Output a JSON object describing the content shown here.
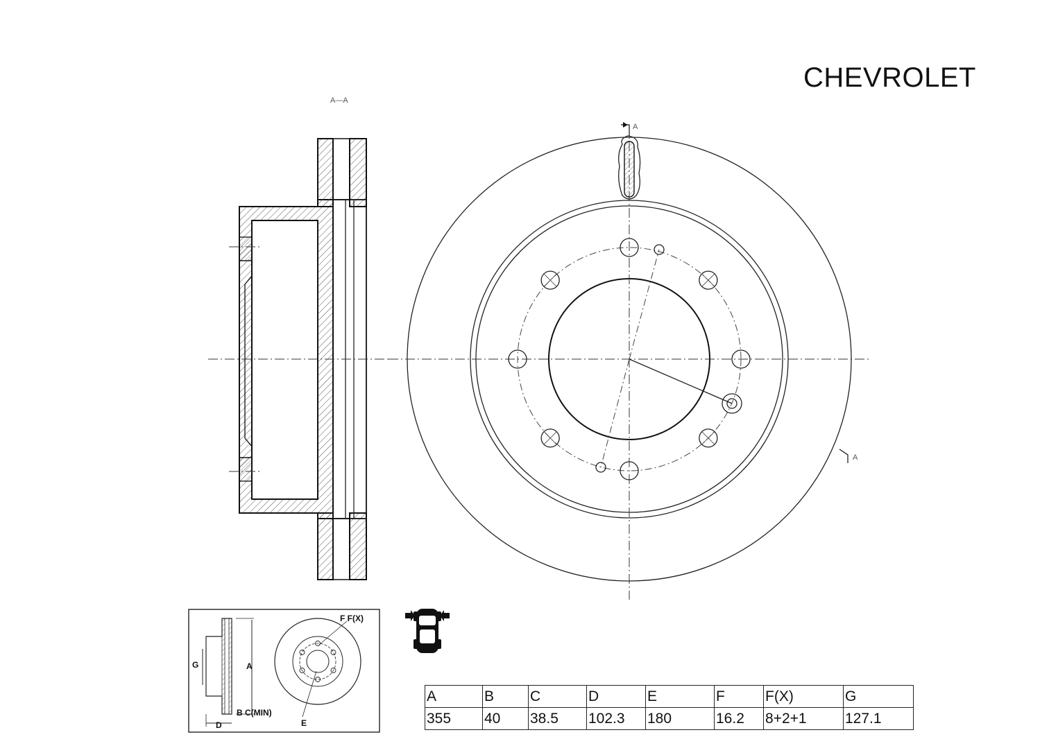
{
  "brand": "CHEVROLET",
  "section_view_label": "A—A",
  "cut_marker_top": "A",
  "cut_marker_right": "A",
  "mini_labels": {
    "f": "F F(X)",
    "g": "G",
    "a": "A",
    "b_c": "B C(MIN)",
    "d": "D",
    "e": "E"
  },
  "icons": {
    "vehicle": "car-rear-axle-icon"
  },
  "colors": {
    "line": "#111111",
    "hatch": "#555555",
    "background": "#ffffff"
  },
  "table": {
    "headers": [
      "A",
      "B",
      "C",
      "D",
      "E",
      "F",
      "F(X)",
      "G"
    ],
    "values": [
      "355",
      "40",
      "38.5",
      "102.3",
      "180",
      "16.2",
      "8+2+1",
      "127.1"
    ]
  }
}
